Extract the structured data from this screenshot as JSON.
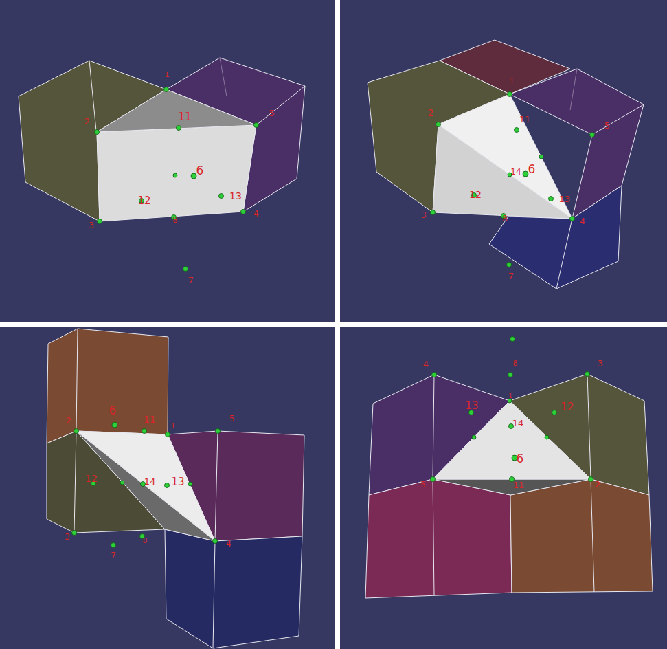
{
  "diagram": {
    "labels": [
      "1",
      "2",
      "11",
      "5",
      "6",
      "12",
      "13",
      "3",
      "8",
      "4",
      "7",
      "1",
      "2",
      "11",
      "5",
      "14",
      "6",
      "12",
      "13",
      "3",
      "8",
      "4",
      "7",
      "2",
      "6",
      "11",
      "1",
      "5",
      "12",
      "14",
      "13",
      "3",
      "7",
      "8",
      "4",
      "4",
      "8",
      "3",
      "1",
      "13",
      "12",
      "14",
      "6",
      "5",
      "11",
      "2"
    ]
  }
}
